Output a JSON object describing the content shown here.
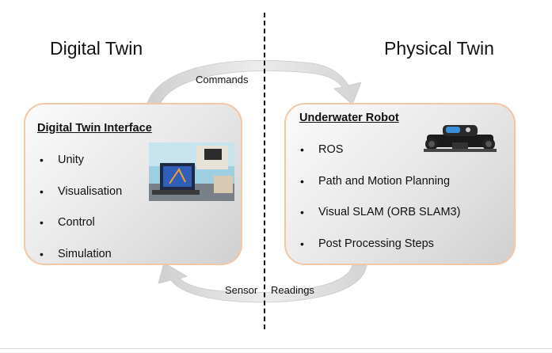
{
  "left": {
    "heading": "Digital Twin",
    "panel_title": "Digital Twin Interface",
    "items": [
      "Unity",
      "Visualisation",
      "Control",
      "Simulation"
    ]
  },
  "right": {
    "heading": "Physical Twin",
    "panel_title": "Underwater Robot",
    "items": [
      "ROS",
      "Path and Motion Planning",
      "Visual SLAM (ORB SLAM3)",
      "Post Processing Steps"
    ]
  },
  "arrows": {
    "top_label": "Commands",
    "bottom_label_left": "Sensor",
    "bottom_label_right": "Readings"
  },
  "colors": {
    "panel_border": "#f4c6a3",
    "arrow_fill": "#d9d9d9"
  },
  "icons": {
    "left_photo": "computer-workstation-photo",
    "right_photo": "underwater-robot-photo"
  }
}
